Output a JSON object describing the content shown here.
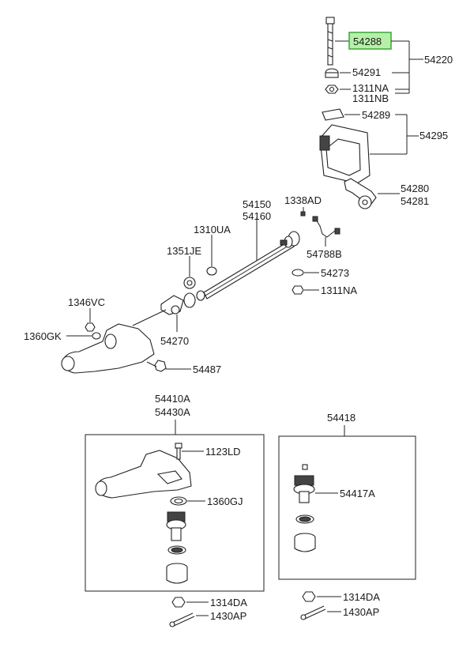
{
  "highlight_color": "#b6f0a8",
  "labels": {
    "p54288": "54288",
    "p54220": "54220",
    "p54291": "54291",
    "p1311NA_top": "1311NA",
    "p1311NB": "1311NB",
    "p54289": "54289",
    "p54295": "54295",
    "p54280": "54280",
    "p54281": "54281",
    "p1338AD": "1338AD",
    "p54150": "54150",
    "p54160": "54160",
    "p1310UA": "1310UA",
    "p1351JE": "1351JE",
    "p54788B": "54788B",
    "p54273": "54273",
    "p1311NA_mid": "1311NA",
    "p1346VC": "1346VC",
    "p1360GK": "1360GK",
    "p54270": "54270",
    "p54487": "54487",
    "p54410A": "54410A",
    "p54430A": "54430A",
    "p1123LD": "1123LD",
    "p1360GJ": "1360GJ",
    "p54418": "54418",
    "p54417A": "54417A",
    "p1314DA_left": "1314DA",
    "p1430AP_left": "1430AP",
    "p1314DA_right": "1314DA",
    "p1430AP_right": "1430AP"
  }
}
